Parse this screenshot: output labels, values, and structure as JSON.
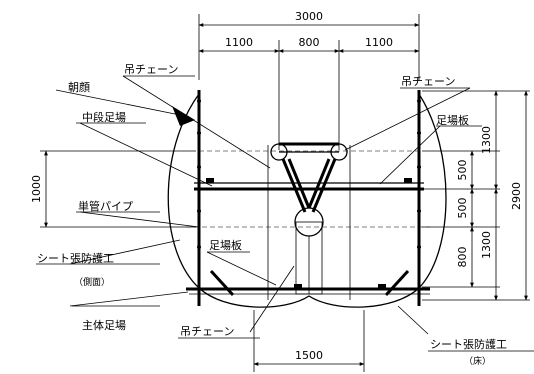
{
  "dimensions": {
    "top_total": "3000",
    "top_left": "1100",
    "top_mid": "800",
    "top_right": "1100",
    "left_height": "1000",
    "right_upper": "1300",
    "right_500a": "500",
    "right_500b": "500",
    "right_800": "800",
    "right_lower": "1300",
    "right_total": "2900",
    "bottom_width": "1500"
  },
  "labels": {
    "chain_top_left": "吊チェーン",
    "chain_top_right": "吊チェーン",
    "chain_bottom": "吊チェーン",
    "asagao": "朝顔",
    "mid_scaffold": "中段足場",
    "plank_right": "足場板",
    "plank_center": "足場板",
    "pipe": "単管パイプ",
    "sheet_side": "シート張防護工",
    "sheet_side_note": "（側面）",
    "main_scaffold": "主体足場",
    "sheet_floor": "シート張防護工",
    "sheet_floor_note": "（床）"
  }
}
